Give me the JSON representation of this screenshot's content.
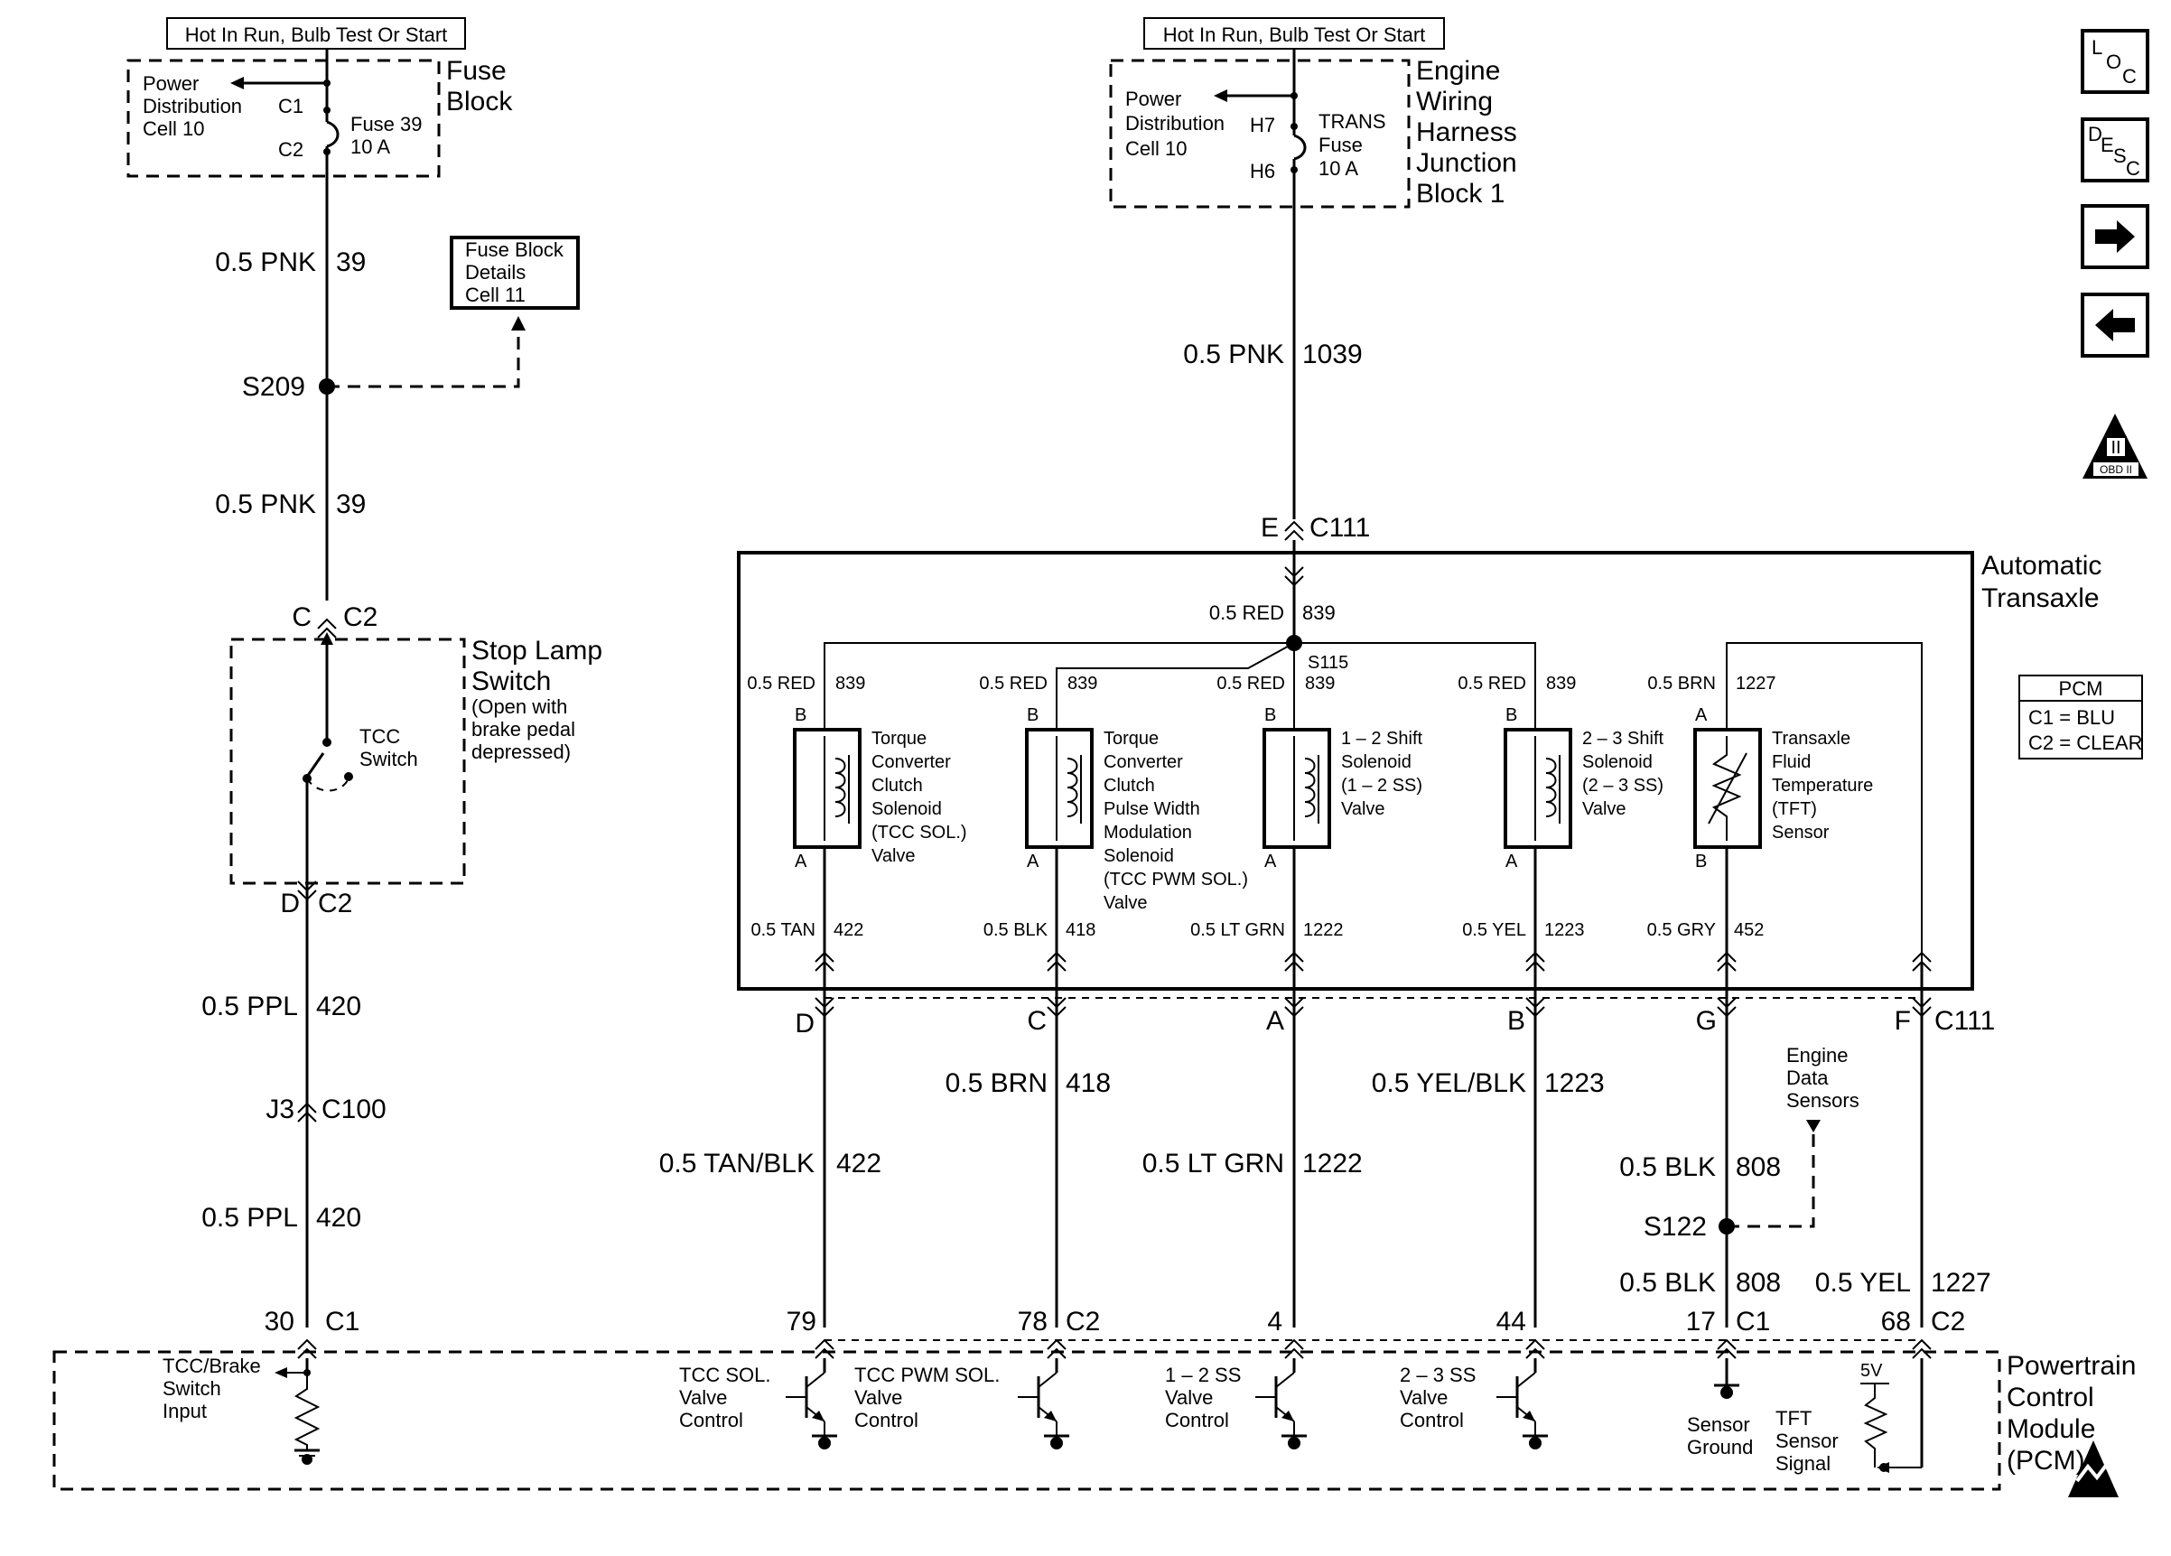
{
  "hot_labels": {
    "left": "Hot In Run, Bulb Test Or Start",
    "center": "Hot In Run, Bulb Test Or Start"
  },
  "fuse_block": {
    "title_1": "Fuse",
    "title_2": "Block",
    "pd_1": "Power",
    "pd_2": "Distribution",
    "pd_3": "Cell 10",
    "c1": "C1",
    "c2": "C2",
    "fuse_1": "Fuse 39",
    "fuse_2": "10 A"
  },
  "fuse_details": {
    "l1": "Fuse Block",
    "l2": "Details",
    "l3": "Cell 11"
  },
  "jb1": {
    "title_1": "Engine",
    "title_2": "Wiring",
    "title_3": "Harness",
    "title_4": "Junction",
    "title_5": "Block 1",
    "pd_1": "Power",
    "pd_2": "Distribution",
    "pd_3": "Cell 10",
    "h7": "H7",
    "h6": "H6",
    "fuse_1": "TRANS",
    "fuse_2": "Fuse",
    "fuse_3": "10 A"
  },
  "left_circuit": {
    "w1_color": "0.5 PNK",
    "w1_num": "39",
    "splice": "S209",
    "w2_color": "0.5 PNK",
    "w2_num": "39",
    "conn_top_pin": "C",
    "conn_top": "C2",
    "switch_title_1": "Stop Lamp",
    "switch_title_2": "Switch",
    "switch_note_1": "(Open with",
    "switch_note_2": "brake pedal",
    "switch_note_3": "depressed)",
    "tcc_1": "TCC",
    "tcc_2": "Switch",
    "conn_bot_pin": "D",
    "conn_bot": "C2",
    "w3_color": "0.5 PPL",
    "w3_num": "420",
    "j3": "J3",
    "c100": "C100",
    "w4_color": "0.5 PPL",
    "w4_num": "420",
    "pcm_pin": "30",
    "pcm_conn": "C1"
  },
  "center_feed": {
    "w_color": "0.5 PNK",
    "w_num": "1039",
    "pin": "E",
    "conn": "C111"
  },
  "transaxle": {
    "title_1": "Automatic",
    "title_2": "Transaxle",
    "feed_color": "0.5 RED",
    "feed_num": "839",
    "splice": "S115",
    "components": [
      {
        "top_color": "0.5 RED",
        "top_num": "839",
        "top_pin": "B",
        "bot_pin": "A",
        "label": [
          "Torque",
          "Converter",
          "Clutch",
          "Solenoid",
          "(TCC SOL.)",
          "Valve"
        ],
        "bot_color": "0.5 TAN",
        "bot_num": "422"
      },
      {
        "top_color": "0.5 RED",
        "top_num": "839",
        "top_pin": "B",
        "bot_pin": "A",
        "label": [
          "Torque",
          "Converter",
          "Clutch",
          "Pulse Width",
          "Modulation",
          "Solenoid",
          "(TCC PWM SOL.)",
          "Valve"
        ],
        "bot_color": "0.5 BLK",
        "bot_num": "418"
      },
      {
        "top_color": "0.5 RED",
        "top_num": "839",
        "top_pin": "B",
        "bot_pin": "A",
        "label": [
          "1 – 2 Shift",
          "Solenoid",
          "(1 – 2 SS)",
          "Valve"
        ],
        "bot_color": "0.5 LT GRN",
        "bot_num": "1222"
      },
      {
        "top_color": "0.5 RED",
        "top_num": "839",
        "top_pin": "B",
        "bot_pin": "A",
        "label": [
          "2 – 3 Shift",
          "Solenoid",
          "(2 – 3 SS)",
          "Valve"
        ],
        "bot_color": "0.5 YEL",
        "bot_num": "1223"
      },
      {
        "top_color": "0.5 BRN",
        "top_num": "1227",
        "top_pin": "A",
        "bot_pin": "B",
        "label": [
          "Transaxle",
          "Fluid",
          "Temperature",
          "(TFT)",
          "Sensor"
        ],
        "bot_color": "0.5 GRY",
        "bot_num": "452"
      }
    ]
  },
  "c111_pins": {
    "d": "D",
    "c": "C",
    "a": "A",
    "b": "B",
    "g": "G",
    "f": "F",
    "conn": "C111"
  },
  "harness": {
    "w422_color": "0.5 TAN/BLK",
    "w422_num": "422",
    "w418_color": "0.5 BRN",
    "w418_num": "418",
    "w1222_color": "0.5 LT GRN",
    "w1222_num": "1222",
    "w1223_color": "0.5 YEL/BLK",
    "w1223_num": "1223",
    "eds_1": "Engine",
    "eds_2": "Data",
    "eds_3": "Sensors",
    "w808a_color": "0.5 BLK",
    "w808a_num": "808",
    "splice": "S122",
    "w808b_color": "0.5 BLK",
    "w808b_num": "808",
    "w1227_color": "0.5 YEL",
    "w1227_num": "1227"
  },
  "pcm_pins": {
    "p79": "79",
    "p78": "78",
    "c2a": "C2",
    "p4": "4",
    "p44": "44",
    "p17": "17",
    "c1": "C1",
    "p68": "68",
    "c2b": "C2"
  },
  "pcm": {
    "title_1": "Powertrain",
    "title_2": "Control",
    "title_3": "Module",
    "title_4": "(PCM)",
    "tcc_in_1": "TCC/Brake",
    "tcc_in_2": "Switch",
    "tcc_in_3": "Input",
    "d1_1": "TCC SOL.",
    "d1_2": "Valve",
    "d1_3": "Control",
    "d2_1": "TCC PWM SOL.",
    "d2_2": "Valve",
    "d2_3": "Control",
    "d3_1": "1 – 2 SS",
    "d3_2": "Valve",
    "d3_3": "Control",
    "d4_1": "2 – 3 SS",
    "d4_2": "Valve",
    "d4_3": "Control",
    "sg_1": "Sensor",
    "sg_2": "Ground",
    "tft_1": "TFT",
    "tft_2": "Sensor",
    "tft_3": "Signal",
    "v5": "5V"
  },
  "pcm_legend": {
    "title": "PCM",
    "c1": "C1 = BLU",
    "c2": "C2 = CLEAR"
  },
  "nav": {
    "loc_1": "L",
    "loc_2": "O",
    "loc_3": "C",
    "desc_1": "D",
    "desc_2": "E",
    "desc_3": "S",
    "desc_4": "C",
    "obd_1": "II",
    "obd_2": "OBD II"
  }
}
